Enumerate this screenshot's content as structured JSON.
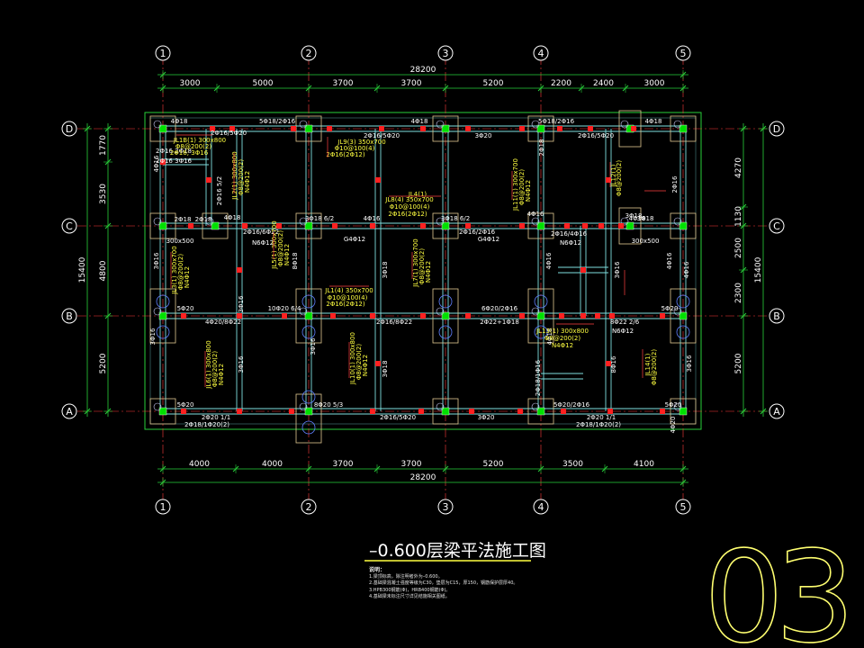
{
  "drawing": {
    "title": "–0.600层梁平法施工图",
    "sheet_mark": "03"
  },
  "notes": {
    "heading": "说明：",
    "items": [
      "1.梁顶标高，除注明者外为–0.600。",
      "2.基础梁混凝土强度等级为C30，垫层为C15，厚150，钢筋保护层厚40。",
      "3.HPB300钢筋(Φ)，HRB400钢筋(Φ)。",
      "4.基础梁未标注尺寸详见结施相关图纸。"
    ]
  },
  "grid": {
    "columns": [
      "1",
      "2",
      "3",
      "4",
      "5"
    ],
    "rows": [
      "D",
      "C",
      "B",
      "A"
    ]
  },
  "dims": {
    "top": [
      "3000",
      "5000",
      "3700",
      "3700",
      "5200",
      "2200",
      "2400",
      "3000"
    ],
    "top_total": "28200",
    "bottom": [
      "4000",
      "4000",
      "3700",
      "3700",
      "5200",
      "3500",
      "4100"
    ],
    "bottom_total": "28200",
    "left": [
      "1770",
      "3530",
      "4800",
      "5200"
    ],
    "left_total": "15400",
    "right": [
      "4270",
      "1130",
      "2500",
      "2300",
      "5200"
    ],
    "right_total": "15400"
  },
  "beam_labels": {
    "white": [
      "4Φ18",
      "2Φ16/5Φ20",
      "5Φ18/2Φ16",
      "2Φ16/5Φ20",
      "4Φ18",
      "3Φ20",
      "5Φ18/2Φ16",
      "2Φ16/5Φ20",
      "4Φ18",
      "2Φ16 2Φ18",
      "2Φ16 3Φ16",
      "4Φ16",
      "3Φ16",
      "2Φ18",
      "2Φ18",
      "4Φ18",
      "3Φ18 6/2",
      "4Φ16",
      "3Φ18 6/2",
      "4Φ16",
      "3Φ18",
      "4Φ18",
      "3Φ18",
      "2Φ18",
      "300x500",
      "300x500",
      "2Φ16 5/2",
      "2Φ16/6Φ22",
      "N6Φ12",
      "G4Φ12",
      "2Φ16/2Φ16",
      "G4Φ12",
      "2Φ16/4Φ16",
      "N6Φ12",
      "4Φ16",
      "2Φ16",
      "5Φ20",
      "4Φ20/8Φ22",
      "10Φ20 6/4",
      "2Φ16/8Φ22",
      "6Φ20/2Φ16",
      "2Φ22+1Φ18",
      "8Φ22 2/6",
      "N6Φ12",
      "5Φ20",
      "3Φ16",
      "3Φ16",
      "8Φ18",
      "3Φ16",
      "3Φ16",
      "3Φ18",
      "3Φ18",
      "4Φ16",
      "4Φ18",
      "8Φ16",
      "3Φ16",
      "4Φ16",
      "3Φ16",
      "5Φ20",
      "5Φ20",
      "8Φ20 5/3",
      "2Φ16/5Φ20",
      "3Φ20",
      "2Φ18/1Φ16",
      "5Φ20/2Φ16",
      "4Φ20",
      "2Φ20 1/1",
      "2Φ18/1Φ20(2)",
      "2Φ20 1/1",
      "2Φ18/1Φ20(2)"
    ],
    "yellow": [
      "JL1B(1) 300x800",
      "Φ8@200(2)",
      "2Φ16; 3Φ16",
      "JL2(1) 300x800",
      "Φ8@200(2)",
      "N4Φ12",
      "JL3(1) 300x700",
      "Φ8@200(2)",
      "N4Φ12",
      "JL9(3) 350x700",
      "Φ10@100(4)",
      "2Φ16(2Φ12)",
      "JL5(1) 300x700",
      "Φ8@200(2)",
      "N4Φ12",
      "JL6(1) 300x800",
      "Φ8@200(2)",
      "N4Φ12",
      "JL1(4) 350x700",
      "Φ10@100(4)",
      "2Φ16(2Φ12)",
      "JL4(1)",
      "JL7(1) 300x700",
      "Φ8@200(2)",
      "N4Φ12",
      "JL11(1) 300x700",
      "Φ8@200(2)",
      "N4Φ12",
      "JL12(1)",
      "Φ8@200(2)",
      "JL8(4) 350x700",
      "Φ10@100(4)",
      "2Φ16(2Φ12)",
      "JL10(1) 300x800",
      "Φ8@200(2)",
      "N4Φ12",
      "JL13(1) 300x800",
      "Φ8@200(2)",
      "N4Φ12",
      "JL14(1)",
      "Φ8@200(2)"
    ]
  },
  "colors": {
    "background": "#000000",
    "grid_line": "#ff3b3b",
    "dimension": "#27d13a",
    "beam": "#7fe0e0",
    "column_outline": "#e0c890",
    "column_core": "#00e000",
    "annotation_red": "#ff4040",
    "annotation_yellow": "#ffff40",
    "text": "#ffffff",
    "sheet_mark": "#ffff70"
  }
}
